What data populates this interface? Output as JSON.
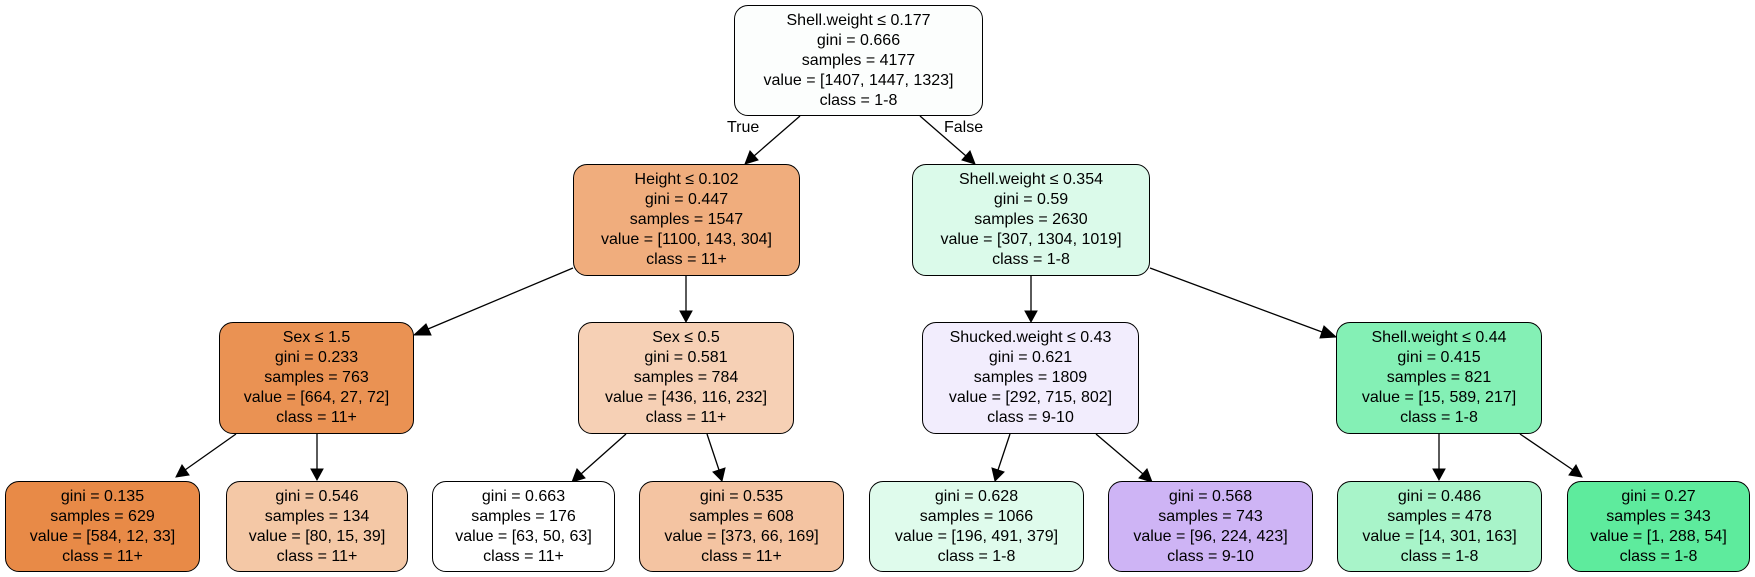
{
  "tree": {
    "edge_labels": {
      "true_label": "True",
      "false_label": "False"
    },
    "nodes": {
      "n0": {
        "split": "Shell.weight ≤ 0.177",
        "gini": "gini = 0.666",
        "samples": "samples = 4177",
        "value": "value = [1407, 1447, 1323]",
        "class": "class = 1-8",
        "color": "#fcfefd"
      },
      "n1": {
        "split": "Height ≤ 0.102",
        "gini": "gini = 0.447",
        "samples": "samples = 1547",
        "value": "value = [1100, 143, 304]",
        "class": "class = 11+",
        "color": "#f0ad7d"
      },
      "n2": {
        "split": "Sex ≤ 1.5",
        "gini": "gini = 0.233",
        "samples": "samples = 763",
        "value": "value = [664, 27, 72]",
        "class": "class = 11+",
        "color": "#ea9253"
      },
      "n3": {
        "gini": "gini = 0.135",
        "samples": "samples = 629",
        "value": "value = [584, 12, 33]",
        "class": "class = 11+",
        "color": "#e88a47"
      },
      "n4": {
        "gini": "gini = 0.546",
        "samples": "samples = 134",
        "value": "value = [80, 15, 39]",
        "class": "class = 11+",
        "color": "#f4c8a6"
      },
      "n5": {
        "split": "Sex ≤ 0.5",
        "gini": "gini = 0.581",
        "samples": "samples = 784",
        "value": "value = [436, 116, 232]",
        "class": "class = 11+",
        "color": "#f6d0b5"
      },
      "n6": {
        "gini": "gini = 0.663",
        "samples": "samples = 176",
        "value": "value = [63, 50, 63]",
        "class": "class = 11+",
        "color": "#ffffff"
      },
      "n7": {
        "gini": "gini = 0.535",
        "samples": "samples = 608",
        "value": "value = [373, 66, 169]",
        "class": "class = 11+",
        "color": "#f4c4a2"
      },
      "n8": {
        "split": "Shell.weight ≤ 0.354",
        "gini": "gini = 0.59",
        "samples": "samples = 2630",
        "value": "value = [307, 1304, 1019]",
        "class": "class = 1-8",
        "color": "#dbfaea"
      },
      "n9": {
        "split": "Shucked.weight ≤ 0.43",
        "gini": "gini = 0.621",
        "samples": "samples = 1809",
        "value": "value = [292, 715, 802]",
        "class": "class = 9-10",
        "color": "#f2edfd"
      },
      "n10": {
        "gini": "gini = 0.628",
        "samples": "samples = 1066",
        "value": "value = [196, 491, 379]",
        "class": "class = 1-8",
        "color": "#dffbec"
      },
      "n11": {
        "gini": "gini = 0.568",
        "samples": "samples = 743",
        "value": "value = [96, 224, 423]",
        "class": "class = 9-10",
        "color": "#ceb4f5"
      },
      "n12": {
        "split": "Shell.weight ≤ 0.44",
        "gini": "gini = 0.415",
        "samples": "samples = 821",
        "value": "value = [15, 589, 217]",
        "class": "class = 1-8",
        "color": "#84f0b5"
      },
      "n13": {
        "gini": "gini = 0.486",
        "samples": "samples = 478",
        "value": "value = [14, 301, 163]",
        "class": "class = 1-8",
        "color": "#a8f4c9"
      },
      "n14": {
        "gini": "gini = 0.27",
        "samples": "samples = 343",
        "value": "value = [1, 288, 54]",
        "class": "class = 1-8",
        "color": "#5eeb9d"
      }
    }
  }
}
